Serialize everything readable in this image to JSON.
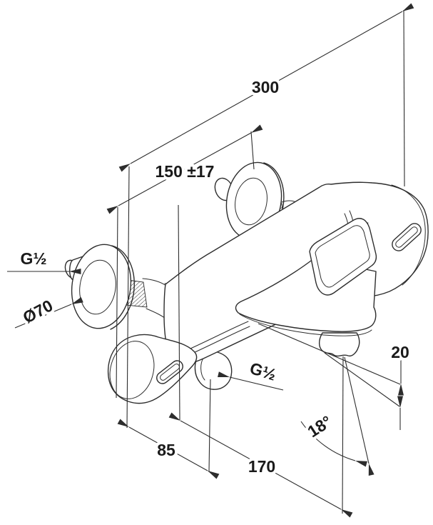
{
  "colors": {
    "background": "#ffffff",
    "line": "#2d2d2d",
    "text": "#1a1a1a"
  },
  "drawing": {
    "units": "mm",
    "labels": {
      "overall_width": "300",
      "connection_centers": "150 ±17",
      "inlet_thread": "G½",
      "escutcheon_diameter": "Ø70",
      "shower_thread": "G½",
      "aerator_drop": "20",
      "outlet_offset": "85",
      "spout_projection": "170",
      "stream_angle": "18°"
    }
  }
}
